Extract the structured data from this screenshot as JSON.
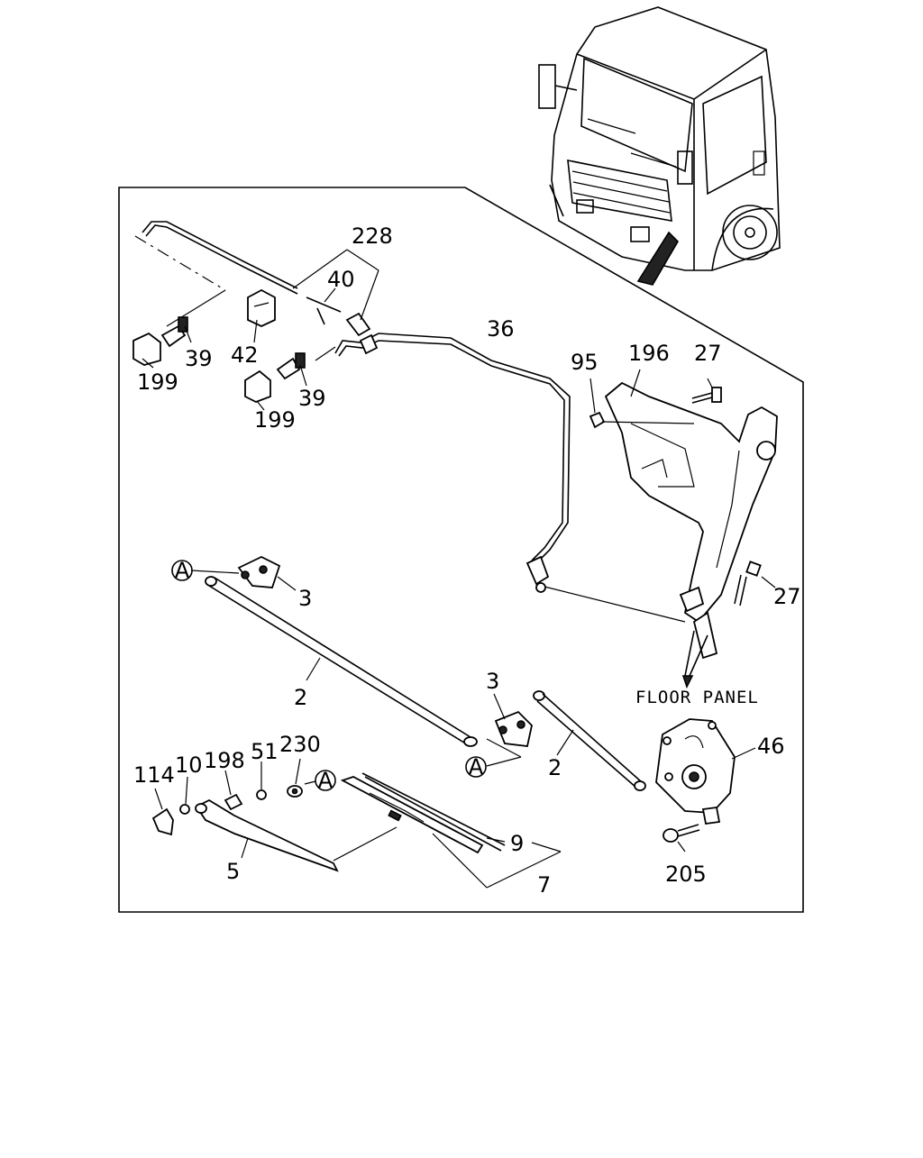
{
  "diagram": {
    "note_floor_panel": "FLOOR PANEL",
    "ref_marker": "A",
    "callouts": {
      "p228": "228",
      "p40": "40",
      "p42": "42",
      "p39a": "39",
      "p199a": "199",
      "p39b": "39",
      "p199b": "199",
      "p36": "36",
      "p95": "95",
      "p196": "196",
      "p27a": "27",
      "p27b": "27",
      "p3a": "3",
      "p3b": "3",
      "p2a": "2",
      "p2b": "2",
      "p46": "46",
      "p114": "114",
      "p10": "10",
      "p198": "198",
      "p51": "51",
      "p230": "230",
      "p9": "9",
      "p7": "7",
      "p5": "5",
      "p205": "205"
    }
  }
}
